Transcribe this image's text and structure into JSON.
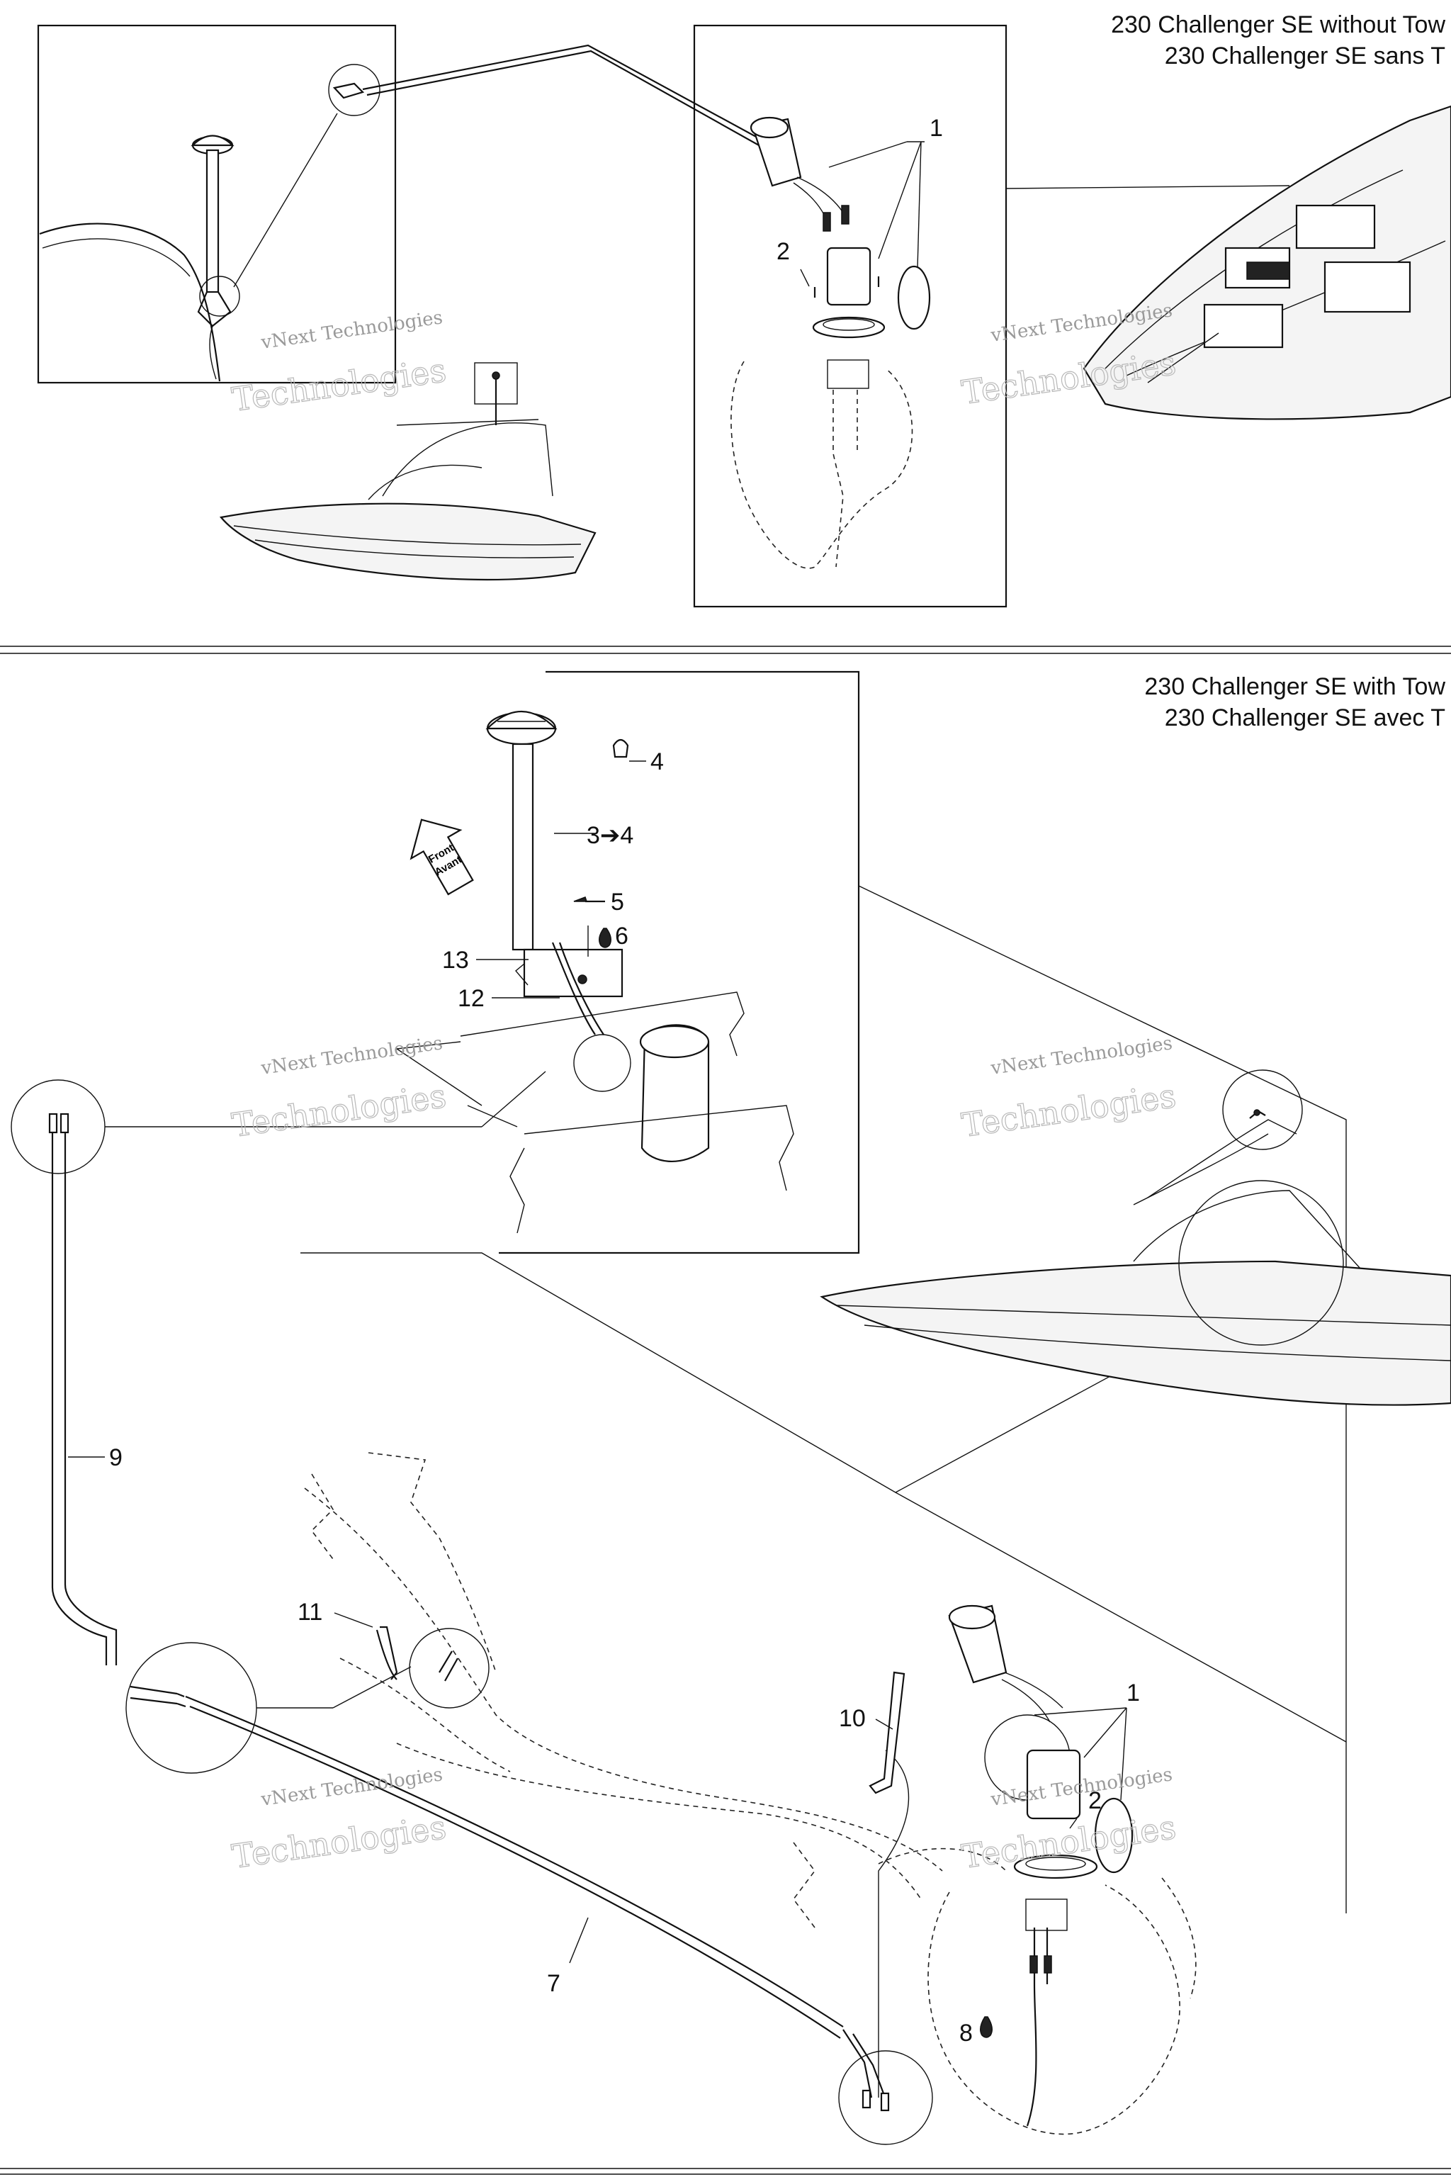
{
  "titles": {
    "top_en": "230 Challenger SE without Tow",
    "top_fr": "230 Challenger SE sans T",
    "bottom_en": "230 Challenger SE with Tow",
    "bottom_fr": "230 Challenger SE avec T"
  },
  "watermark": {
    "line1": "vNext Technologies",
    "line2": "Technologies"
  },
  "arrow": {
    "line1": "Front",
    "line2": "Avant"
  },
  "callouts": {
    "c1_top": "1",
    "c2_top": "2",
    "c3": "3➔4",
    "c4": "4",
    "c5": "5",
    "c6": "6",
    "c7": "7",
    "c8": "8",
    "c9": "9",
    "c10": "10",
    "c11": "11",
    "c12": "12",
    "c13": "13",
    "c1_bottom": "1",
    "c2_bottom": "2"
  }
}
